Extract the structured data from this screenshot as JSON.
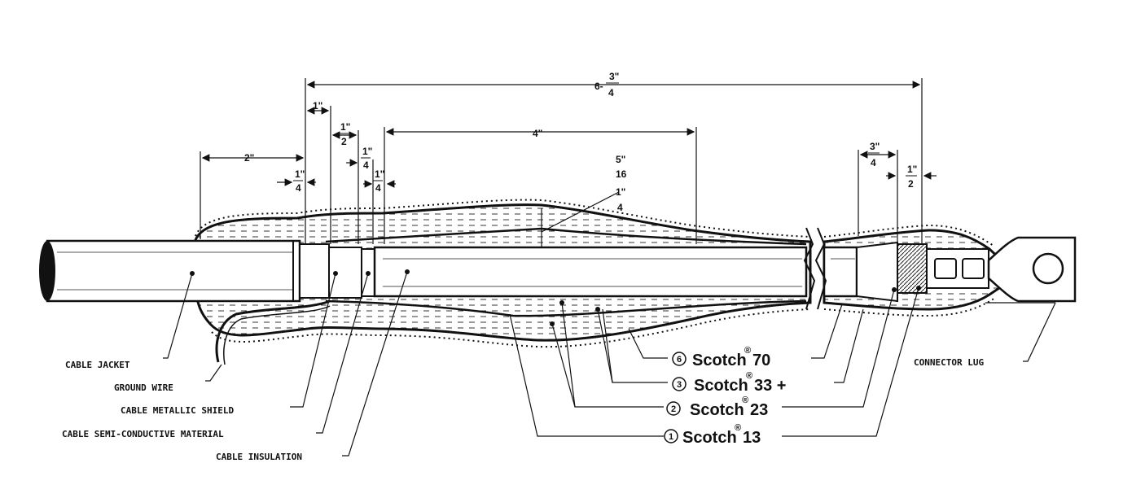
{
  "dimensions": {
    "overall": "6-3\"/4",
    "overall_whole": "6-",
    "overall_num": "3\"",
    "overall_den": "4",
    "d_1in": "1\"",
    "d_2in": "2\"",
    "d_4in": "4\"",
    "d_half_num": "1\"",
    "d_half_den": "2",
    "d_quarter_a_num": "1\"",
    "d_quarter_a_den": "4",
    "d_quarter_b_num": "1\"",
    "d_quarter_b_den": "4",
    "d_quarter_c_num": "1\"",
    "d_quarter_c_den": "4",
    "d_516_num": "5\"",
    "d_516_den": "16",
    "d_14_num": "1\"",
    "d_14_den": "4",
    "d_right_34_num": "3\"",
    "d_right_34_den": "4",
    "d_right_12_num": "1\"",
    "d_right_12_den": "2"
  },
  "labels": {
    "cable_jacket": "CABLE JACKET",
    "ground_wire": "GROUND WIRE",
    "metallic_shield": "CABLE METALLIC SHIELD",
    "semi_conductive": "CABLE SEMI-CONDUCTIVE MATERIAL",
    "insulation": "CABLE INSULATION",
    "connector_lug": "CONNECTOR LUG"
  },
  "tapes": [
    {
      "number": "6",
      "name": "Scotch",
      "sup": "®",
      "code": "70"
    },
    {
      "number": "3",
      "name": "Scotch",
      "sup": "®",
      "code": "33 +"
    },
    {
      "number": "2",
      "name": "Scotch",
      "sup": "®",
      "code": "23"
    },
    {
      "number": "1",
      "name": "Scotch",
      "sup": "®",
      "code": "13"
    }
  ]
}
